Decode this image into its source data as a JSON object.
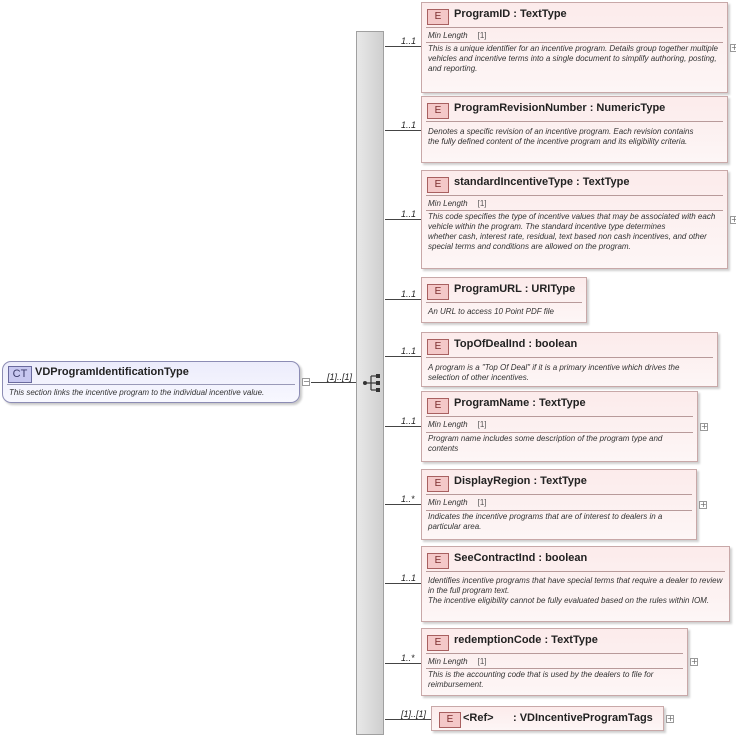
{
  "complex_type": {
    "badge": "CT",
    "name": "VDProgramIdentificationType",
    "description": "This section links the incentive program to the individual incentive value.",
    "multiplicity": "[1]..[1]"
  },
  "icons": {
    "collapse": "minus-toggle-icon",
    "expand": "plus-toggle-icon",
    "sequence": "sequence-compositor-icon"
  },
  "elements": [
    {
      "badge": "E",
      "name": "ProgramID : TextType",
      "multiplicity": "1..1",
      "facet_label": "Min Length",
      "facet_value": "[1]",
      "desc": [
        "This is a unique identifier for an incentive program. Details group together multiple",
        "vehicles and incentive terms into a single document to simplify authoring, posting, and reporting."
      ]
    },
    {
      "badge": "E",
      "name": "ProgramRevisionNumber : NumericType",
      "multiplicity": "1..1",
      "desc": [
        "Denotes a specific revision of an incentive program. Each revision contains",
        "the fully defined content of the incentive program and its eligibility criteria."
      ]
    },
    {
      "badge": "E",
      "name": "standardIncentiveType : TextType",
      "multiplicity": "1..1",
      "facet_label": "Min Length",
      "facet_value": "[1]",
      "desc": [
        "This code specifies the type of incentive values that may be associated with each vehicle within the program. The standard incentive type determines",
        "whether cash, interest rate, residual, text based non cash incentives, and other special terms and conditions are allowed on the program."
      ]
    },
    {
      "badge": "E",
      "name": "ProgramURL : URIType",
      "multiplicity": "1..1",
      "desc": [
        "An URL to access 10 Point PDF file"
      ]
    },
    {
      "badge": "E",
      "name": "TopOfDealInd : boolean",
      "multiplicity": "1..1",
      "desc": [
        "A program is a \"Top Of Deal\" if it is a primary incentive which drives the selection of other incentives."
      ]
    },
    {
      "badge": "E",
      "name": "ProgramName : TextType",
      "multiplicity": "1..1",
      "facet_label": "Min Length",
      "facet_value": "[1]",
      "desc": [
        "Program name includes some description of the program type and contents"
      ]
    },
    {
      "badge": "E",
      "name": "DisplayRegion : TextType",
      "multiplicity": "1..*",
      "facet_label": "Min Length",
      "facet_value": "[1]",
      "desc": [
        "Indicates the incentive programs that are of interest to dealers in a particular area."
      ]
    },
    {
      "badge": "E",
      "name": "SeeContractInd : boolean",
      "multiplicity": "1..1",
      "desc": [
        "Identifies incentive programs that have special terms that require a dealer to review in the full program text.",
        "The incentive eligibility cannot be fully evaluated based on the rules within IOM."
      ]
    },
    {
      "badge": "E",
      "name": "redemptionCode : TextType",
      "multiplicity": "1..*",
      "facet_label": "Min Length",
      "facet_value": "[1]",
      "desc": [
        "This is the accounting code that is used by the dealers to file for reimbursement."
      ]
    }
  ],
  "ref_element": {
    "badge": "E",
    "ref_label": "<Ref>",
    "name": ": VDIncentiveProgramTags",
    "multiplicity": "[1]..[1]"
  }
}
